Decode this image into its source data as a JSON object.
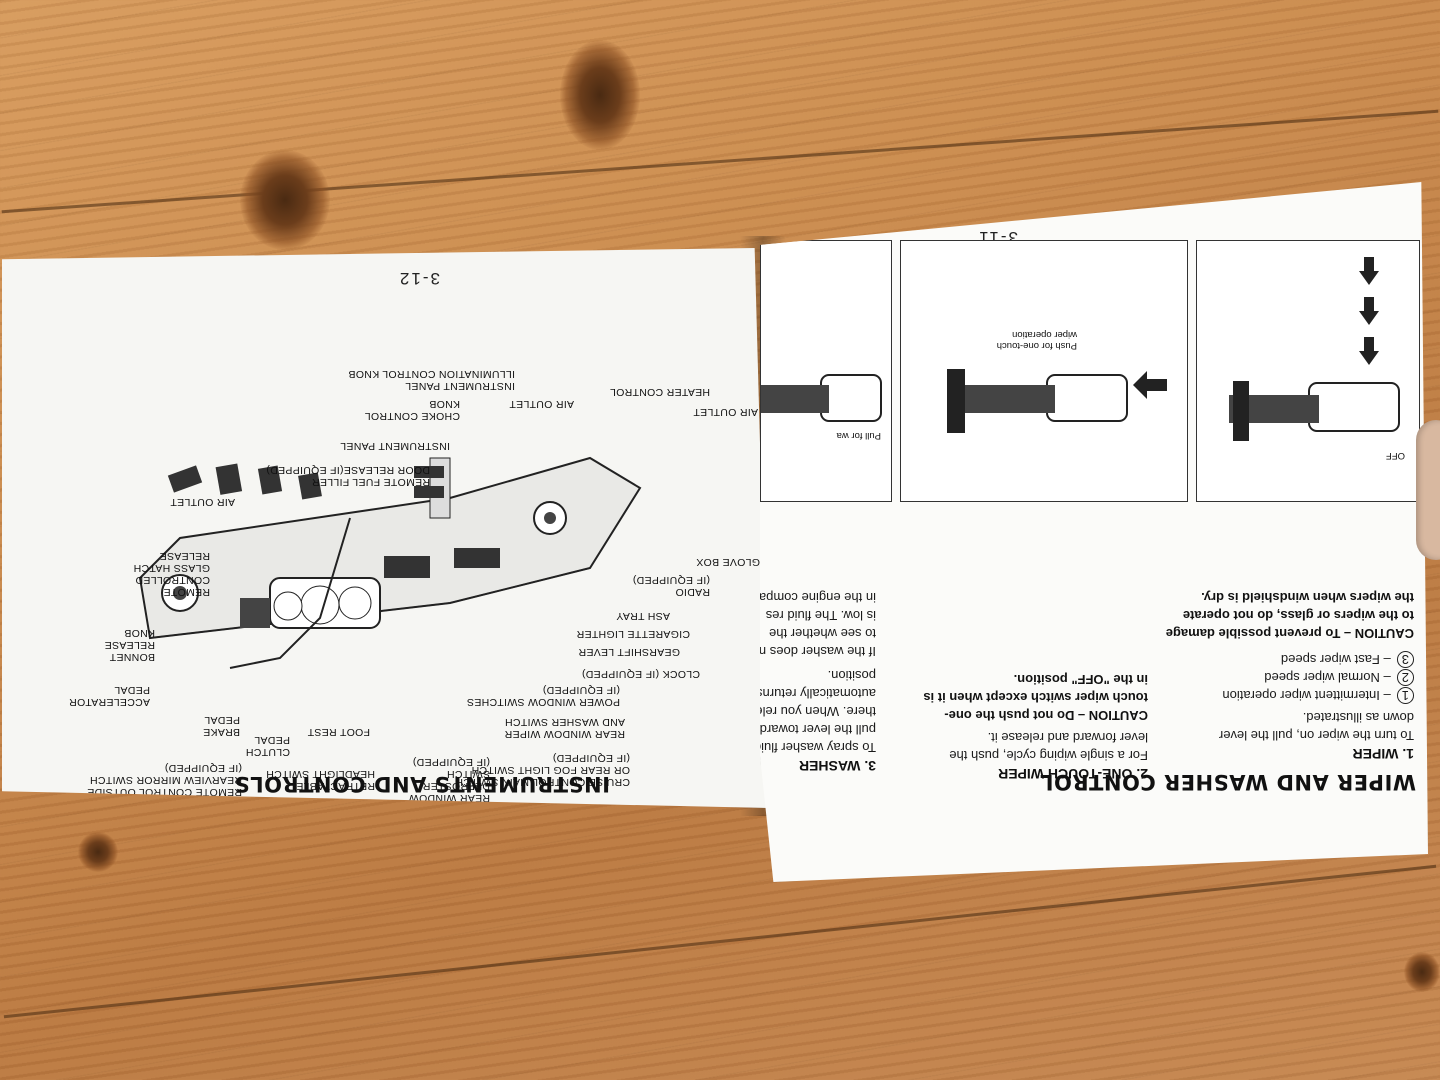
{
  "left_page": {
    "page_number": "3-12",
    "heading": "INSTRUMENTS AND CONTROLS",
    "labels": {
      "air_outlet_left": "AIR OUTLET",
      "heater_control": "HEATER CONTROL",
      "air_outlet_center": "AIR OUTLET",
      "illumination": "INSTRUMENT PANEL\nILLUMINATION CONTROL KNOB",
      "choke": "CHOKE CONTROL\nKNOB",
      "instrument_panel": "INSTRUMENT PANEL",
      "fuel_filler": "REMOTE FUEL FILLER\nDOOR RELEASE(if equipped)",
      "air_outlet_right": "AIR OUTLET",
      "glass_hatch": "REMOTE\nCONTROLLED\nGLASS HATCH\nRELEASE",
      "bonnet": "BONNET\nRELEASE\nKNOB",
      "accelerator": "ACCELERATOR\nPEDAL",
      "brake": "BRAKE\nPEDAL",
      "clutch": "CLUTCH\nPEDAL",
      "foot_rest": "FOOT REST",
      "mirror": "REMOTE CONTROL OUTSIDE\nREARVIEW MIRROR SWITCH\n(if equipped)",
      "headlight": "RETRACTABLE\nHEADLIGHT SWITCH",
      "defroster": "REAR WINDOW\nDEFROSTER\nSWITCH\n(if equipped)",
      "cruise": "CRUISE CONTROL MAIN SWITCH\nOR REAR FOG LIGHT SWITCH\n(if equipped)",
      "rear_wiper": "REAR WINDOW WIPER\nAND WASHER SWITCH",
      "power_window": "POWER WINDOW SWITCHES\n(if equipped)",
      "clock": "CLOCK (if equipped)",
      "gearshift": "GEARSHIFT LEVER",
      "cigarette": "CIGARETTE LIGHTER",
      "ash_tray": "ASH TRAY",
      "radio": "RADIO\n(if equipped)",
      "glove_box": "GLOVE BOX"
    }
  },
  "right_page": {
    "page_number": "3-11",
    "heading": "WIPER AND WASHER CONTROL",
    "wiper_title": "1. WIPER",
    "wiper_text": "To turn the wiper on, pull the lever\ndown as illustrated.",
    "speeds": [
      {
        "num": "1",
        "text": "– Intermittent wiper operation"
      },
      {
        "num": "2",
        "text": "– Normal wiper speed"
      },
      {
        "num": "3",
        "text": "– Fast wiper speed"
      }
    ],
    "caution1": "CAUTION – To prevent possible damage\nto the wipers or glass, do not operate\nthe wipers when windshield is dry.",
    "one_touch_title": "2. ONE-TOUCH WIPER",
    "one_touch_text": "For a single wiping cycle, push the\nlever forward and release it.",
    "caution2": "CAUTION – Do not push the one-\ntouch wiper switch except when it is\nin the \"OFF\" position.",
    "washer_title": "3. WASHER",
    "washer_text": "To spray washer fluid o\npull the lever toward\nthere. When you releas\nautomatically returns t\nposition.",
    "washer_text2": "If the washer does no\nto see whether the\nis low. The fluid res\nin the engine compart",
    "fig1_off": "OFF",
    "fig2_caption": "Push for one-touch\nwiper operation",
    "fig3_caption": "Pull for wa"
  }
}
